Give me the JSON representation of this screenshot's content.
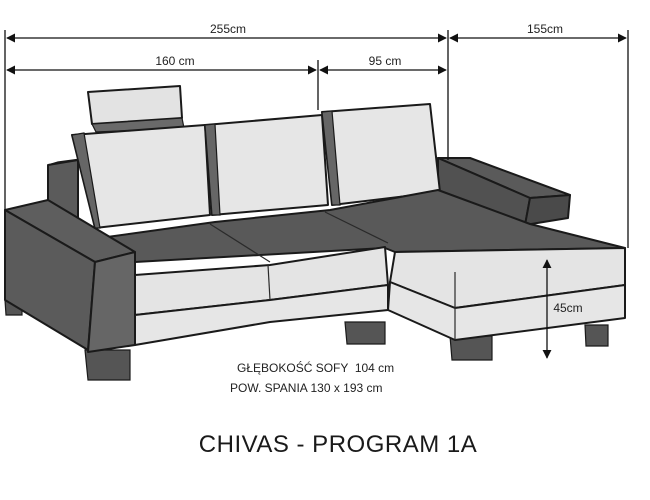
{
  "dimensions": {
    "overall_width": "255cm",
    "chaise_depth": "155cm",
    "sofa_section": "160 cm",
    "chaise_section": "95 cm",
    "seat_height": "45cm"
  },
  "specs": {
    "depth": "GŁĘBOKOŚĆ SOFY  104 cm",
    "sleeping_area": "POW. SPANIA 130 x 193 cm"
  },
  "title": "CHIVAS - PROGRAM 1A",
  "colors": {
    "dark_fabric": "#5b5b5b",
    "seat_top": "#595959",
    "light_cushion": "#e6e6e6",
    "front_panel": "#e4e4e4",
    "leg": "#555555"
  }
}
